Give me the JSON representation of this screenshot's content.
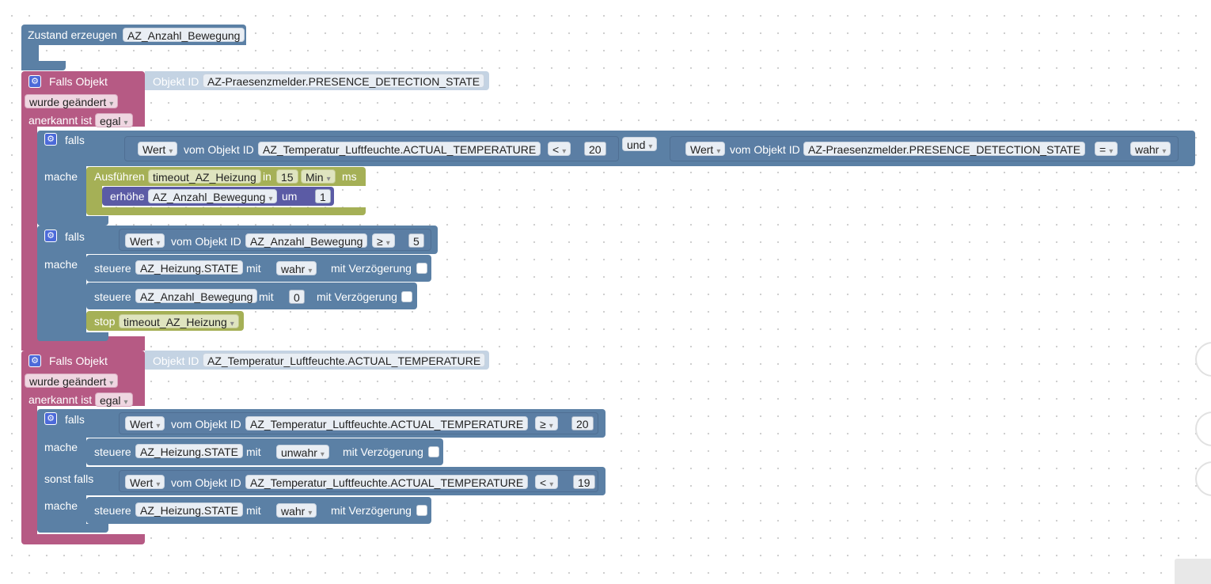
{
  "block1": {
    "label": "Zustand erzeugen",
    "var": "AZ_Anzahl_Bewegung"
  },
  "trigger1": {
    "title": "Falls Objekt",
    "objekt_label": "Objekt ID",
    "objekt_value": "AZ-Praesenzmelder.PRESENCE_DETECTION_STATE",
    "change": "wurde geändert",
    "ack_label": "anerkannt ist",
    "ack_value": "egal",
    "if1": {
      "falls": "falls",
      "mache": "mache",
      "left": {
        "wert": "Wert",
        "vom": "vom Objekt ID",
        "obj": "AZ_Temperatur_Luftfeuchte.ACTUAL_TEMPERATURE",
        "op": "<",
        "num": "20"
      },
      "und": "und",
      "right": {
        "wert": "Wert",
        "vom": "vom Objekt ID",
        "obj": "AZ-Praesenzmelder.PRESENCE_DETECTION_STATE",
        "op": "=",
        "val": "wahr"
      },
      "timeout": {
        "run": "Ausführen",
        "name": "timeout_AZ_Heizung",
        "in": "in",
        "num": "15",
        "unit": "Min",
        "ms": "ms"
      },
      "incr": {
        "label": "erhöhe",
        "var": "AZ_Anzahl_Bewegung",
        "um": "um",
        "num": "1"
      }
    },
    "if2": {
      "falls": "falls",
      "mache": "mache",
      "cond": {
        "wert": "Wert",
        "vom": "vom Objekt ID",
        "obj": "AZ_Anzahl_Bewegung",
        "op": "≥",
        "num": "5"
      },
      "set1": {
        "steuere": "steuere",
        "obj": "AZ_Heizung.STATE",
        "mit": "mit",
        "val": "wahr",
        "delay": "mit Verzögerung"
      },
      "set2": {
        "steuere": "steuere",
        "obj": "AZ_Anzahl_Bewegung",
        "mit": "mit",
        "val": "0",
        "delay": "mit Verzögerung"
      },
      "stop": {
        "label": "stop",
        "name": "timeout_AZ_Heizung"
      }
    }
  },
  "trigger2": {
    "title": "Falls Objekt",
    "objekt_label": "Objekt ID",
    "objekt_value": "AZ_Temperatur_Luftfeuchte.ACTUAL_TEMPERATURE",
    "change": "wurde geändert",
    "ack_label": "anerkannt ist",
    "ack_value": "egal",
    "if1": {
      "falls": "falls",
      "mache": "mache",
      "sonst": "sonst falls",
      "mache2": "mache",
      "cond1": {
        "wert": "Wert",
        "vom": "vom Objekt ID",
        "obj": "AZ_Temperatur_Luftfeuchte.ACTUAL_TEMPERATURE",
        "op": "≥",
        "num": "20"
      },
      "set1": {
        "steuere": "steuere",
        "obj": "AZ_Heizung.STATE",
        "mit": "mit",
        "val": "unwahr",
        "delay": "mit Verzögerung"
      },
      "cond2": {
        "wert": "Wert",
        "vom": "vom Objekt ID",
        "obj": "AZ_Temperatur_Luftfeuchte.ACTUAL_TEMPERATURE",
        "op": "<",
        "num": "19"
      },
      "set2": {
        "steuere": "steuere",
        "obj": "AZ_Heizung.STATE",
        "mit": "mit",
        "val": "wahr",
        "delay": "mit Verzögerung"
      }
    }
  },
  "colors": {
    "event": "#b65a84",
    "logic": "#5b80a5",
    "timeout": "#a5b056",
    "variable": "#5b5ba5"
  },
  "icons": [
    "gear-icon",
    "dropdown-arrow-icon",
    "checkbox-icon",
    "zoom-control-icon"
  ]
}
